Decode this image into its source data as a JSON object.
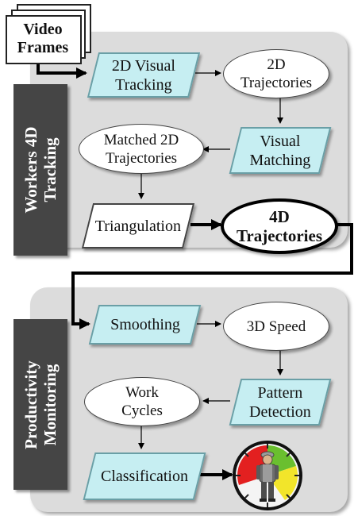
{
  "input": {
    "label": "Video Frames"
  },
  "sections": [
    {
      "id": "tracking",
      "title": "Workers 4D Tracking"
    },
    {
      "id": "monitoring",
      "title": "Productivity Monitoring"
    }
  ],
  "nodes": {
    "visual_tracking": "2D Visual Tracking",
    "trajectories_2d": "2D Trajectories",
    "visual_matching": "Visual Matching",
    "matched_trajectories": "Matched 2D Trajectories",
    "triangulation": "Triangulation",
    "trajectories_4d": "4D Trajectories",
    "smoothing": "Smoothing",
    "speed_3d": "3D Speed",
    "pattern_detection": "Pattern Detection",
    "work_cycles": "Work Cycles",
    "classification": "Classification"
  },
  "colors": {
    "panel": "#dcdcdc",
    "sidebar": "#454545",
    "process_fill": "#c6eef2",
    "gauge_red": "#e32020",
    "gauge_green": "#6abf2f",
    "gauge_yellow": "#f2e52a"
  },
  "icons": [
    "document-stack-icon",
    "productivity-gauge-icon",
    "worker-icon"
  ]
}
